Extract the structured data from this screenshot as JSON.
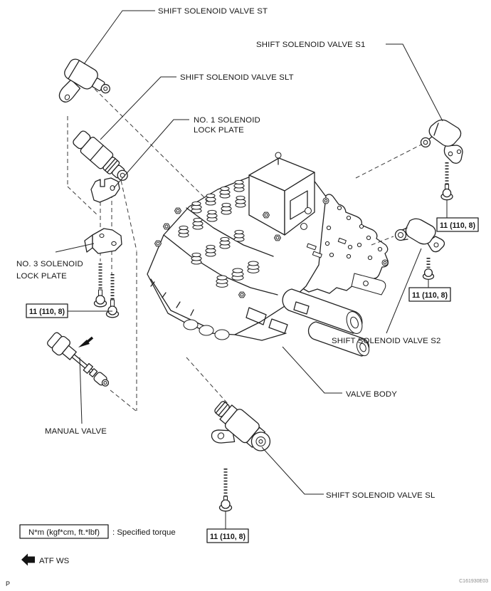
{
  "part_labels": {
    "st": "SHIFT SOLENOID VALVE ST",
    "s1": "SHIFT SOLENOID VALVE S1",
    "slt": "SHIFT SOLENOID VALVE SLT",
    "no1_lock_plate_line1": "NO. 1 SOLENOID",
    "no1_lock_plate_line2": "LOCK PLATE",
    "no3_lock_plate_line1": "NO. 3 SOLENOID",
    "no3_lock_plate_line2": "LOCK PLATE",
    "manual_valve": "MANUAL VALVE",
    "s2": "SHIFT SOLENOID VALVE S2",
    "valve_body": "VALVE BODY",
    "sl": "SHIFT SOLENOID VALVE SL"
  },
  "torque_callouts": {
    "no3_bolts": "11 (110, 8)",
    "s1_bolt": "11 (110, 8)",
    "s2_bolt": "11 (110, 8)",
    "sl_bolt": "11 (110, 8)"
  },
  "legend": {
    "torque_box": "N*m (kgf*cm, ft.*lbf)",
    "torque_note": ": Specified torque",
    "atf_label": "ATF WS"
  },
  "footer": {
    "page_marker": "P",
    "figure_code": "C161930E03"
  },
  "colors": {
    "line": "#222222",
    "background": "#ffffff"
  }
}
